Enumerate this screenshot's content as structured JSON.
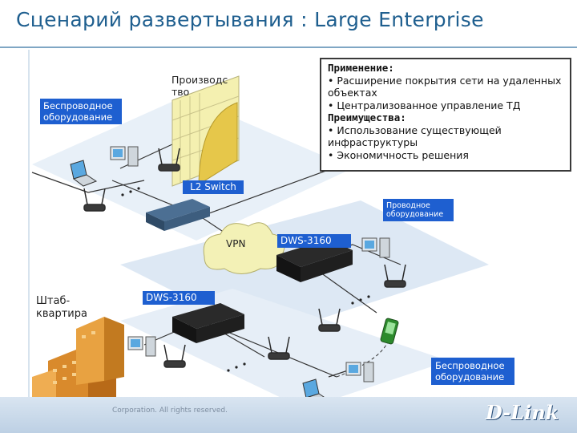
{
  "slide": {
    "title": "Сценарий развертывания : Large Enterprise"
  },
  "labels": {
    "factory": "Производс тво",
    "wireless_top": "Беспроводное оборудование",
    "l2_switch": "L2 Switch",
    "wired": "Проводное оборудование",
    "vpn": "VPN",
    "dws_right": "DWS-3160",
    "hq": "Штаб-квартира",
    "dws_left": "DWS-3160",
    "wireless_bottom": "Беспроводное оборудование"
  },
  "info_box": {
    "application_heading": "Применение:",
    "application_items": [
      "• Расширение покрытия сети на удаленных объектах",
      "• Централизованное управление ТД"
    ],
    "benefits_heading": "Преимущества:",
    "benefits_items": [
      "• Использование существующей инфраструктуры",
      "• Экономичность решения"
    ]
  },
  "footer": {
    "copyright": "Corporation. All rights reserved.",
    "logo": "D-Link"
  },
  "colors": {
    "title": "#1f5f8f",
    "label_bg": "#1e5fd0",
    "floor": "#e3edf7",
    "footer": "#c9d9ea"
  }
}
